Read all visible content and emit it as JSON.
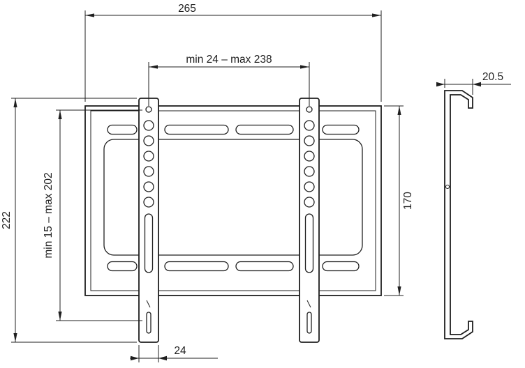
{
  "dimensions": {
    "overall_width": "265",
    "rail_hole_spacing": "min 24 – max 238",
    "overall_height": "222",
    "vertical_adjust": "min 15 – max 202",
    "plate_height": "170",
    "rail_width": "24",
    "depth": "20.5"
  },
  "colors": {
    "line": "#1f1f1f",
    "background": "#ffffff"
  }
}
